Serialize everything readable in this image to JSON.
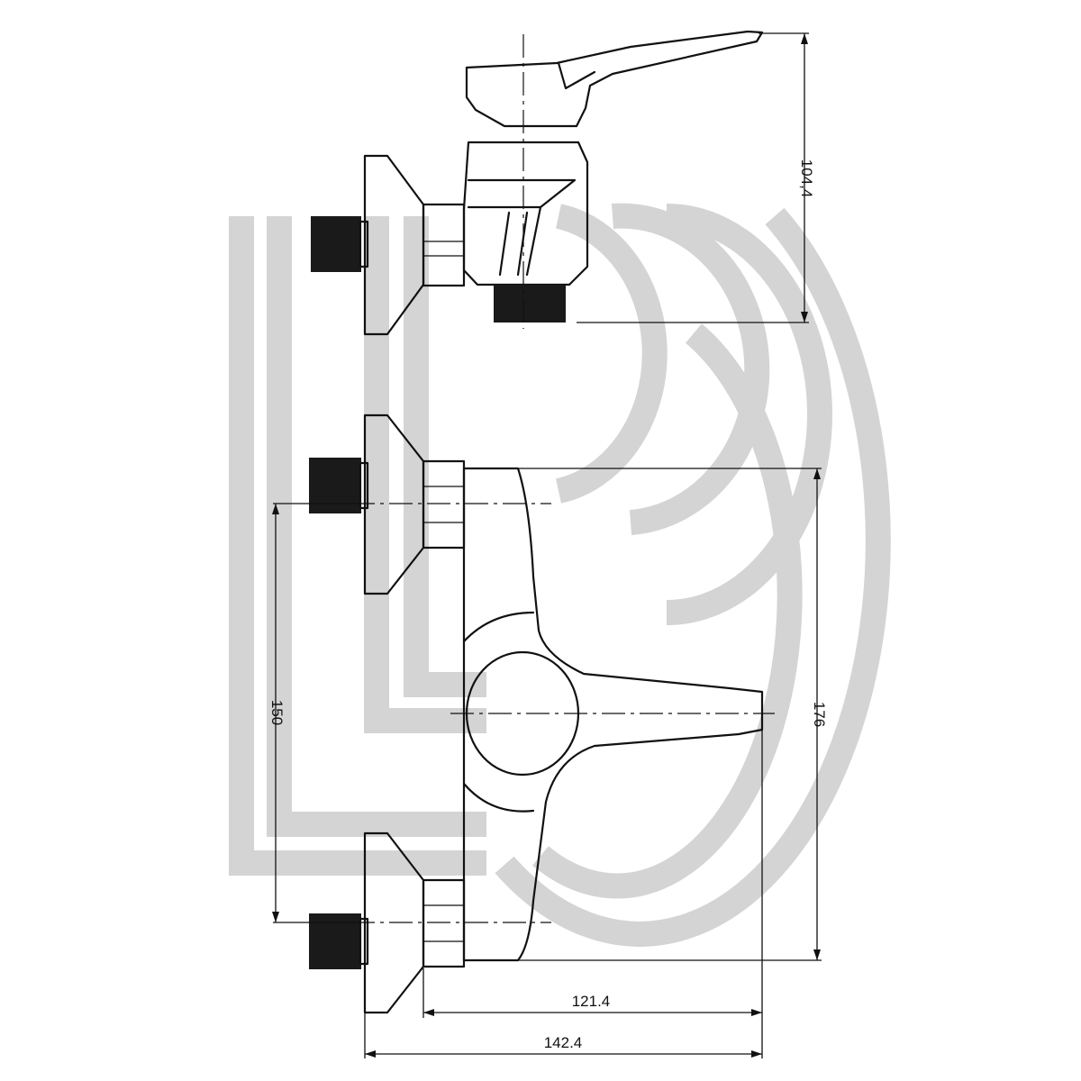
{
  "dimensions": {
    "height_top": "104,4",
    "inlet_spacing": "150",
    "height_front": "176",
    "depth_inner": "121.4",
    "depth_total": "142.4"
  },
  "colors": {
    "line": "#111111",
    "watermark": "#d4d4d4"
  }
}
